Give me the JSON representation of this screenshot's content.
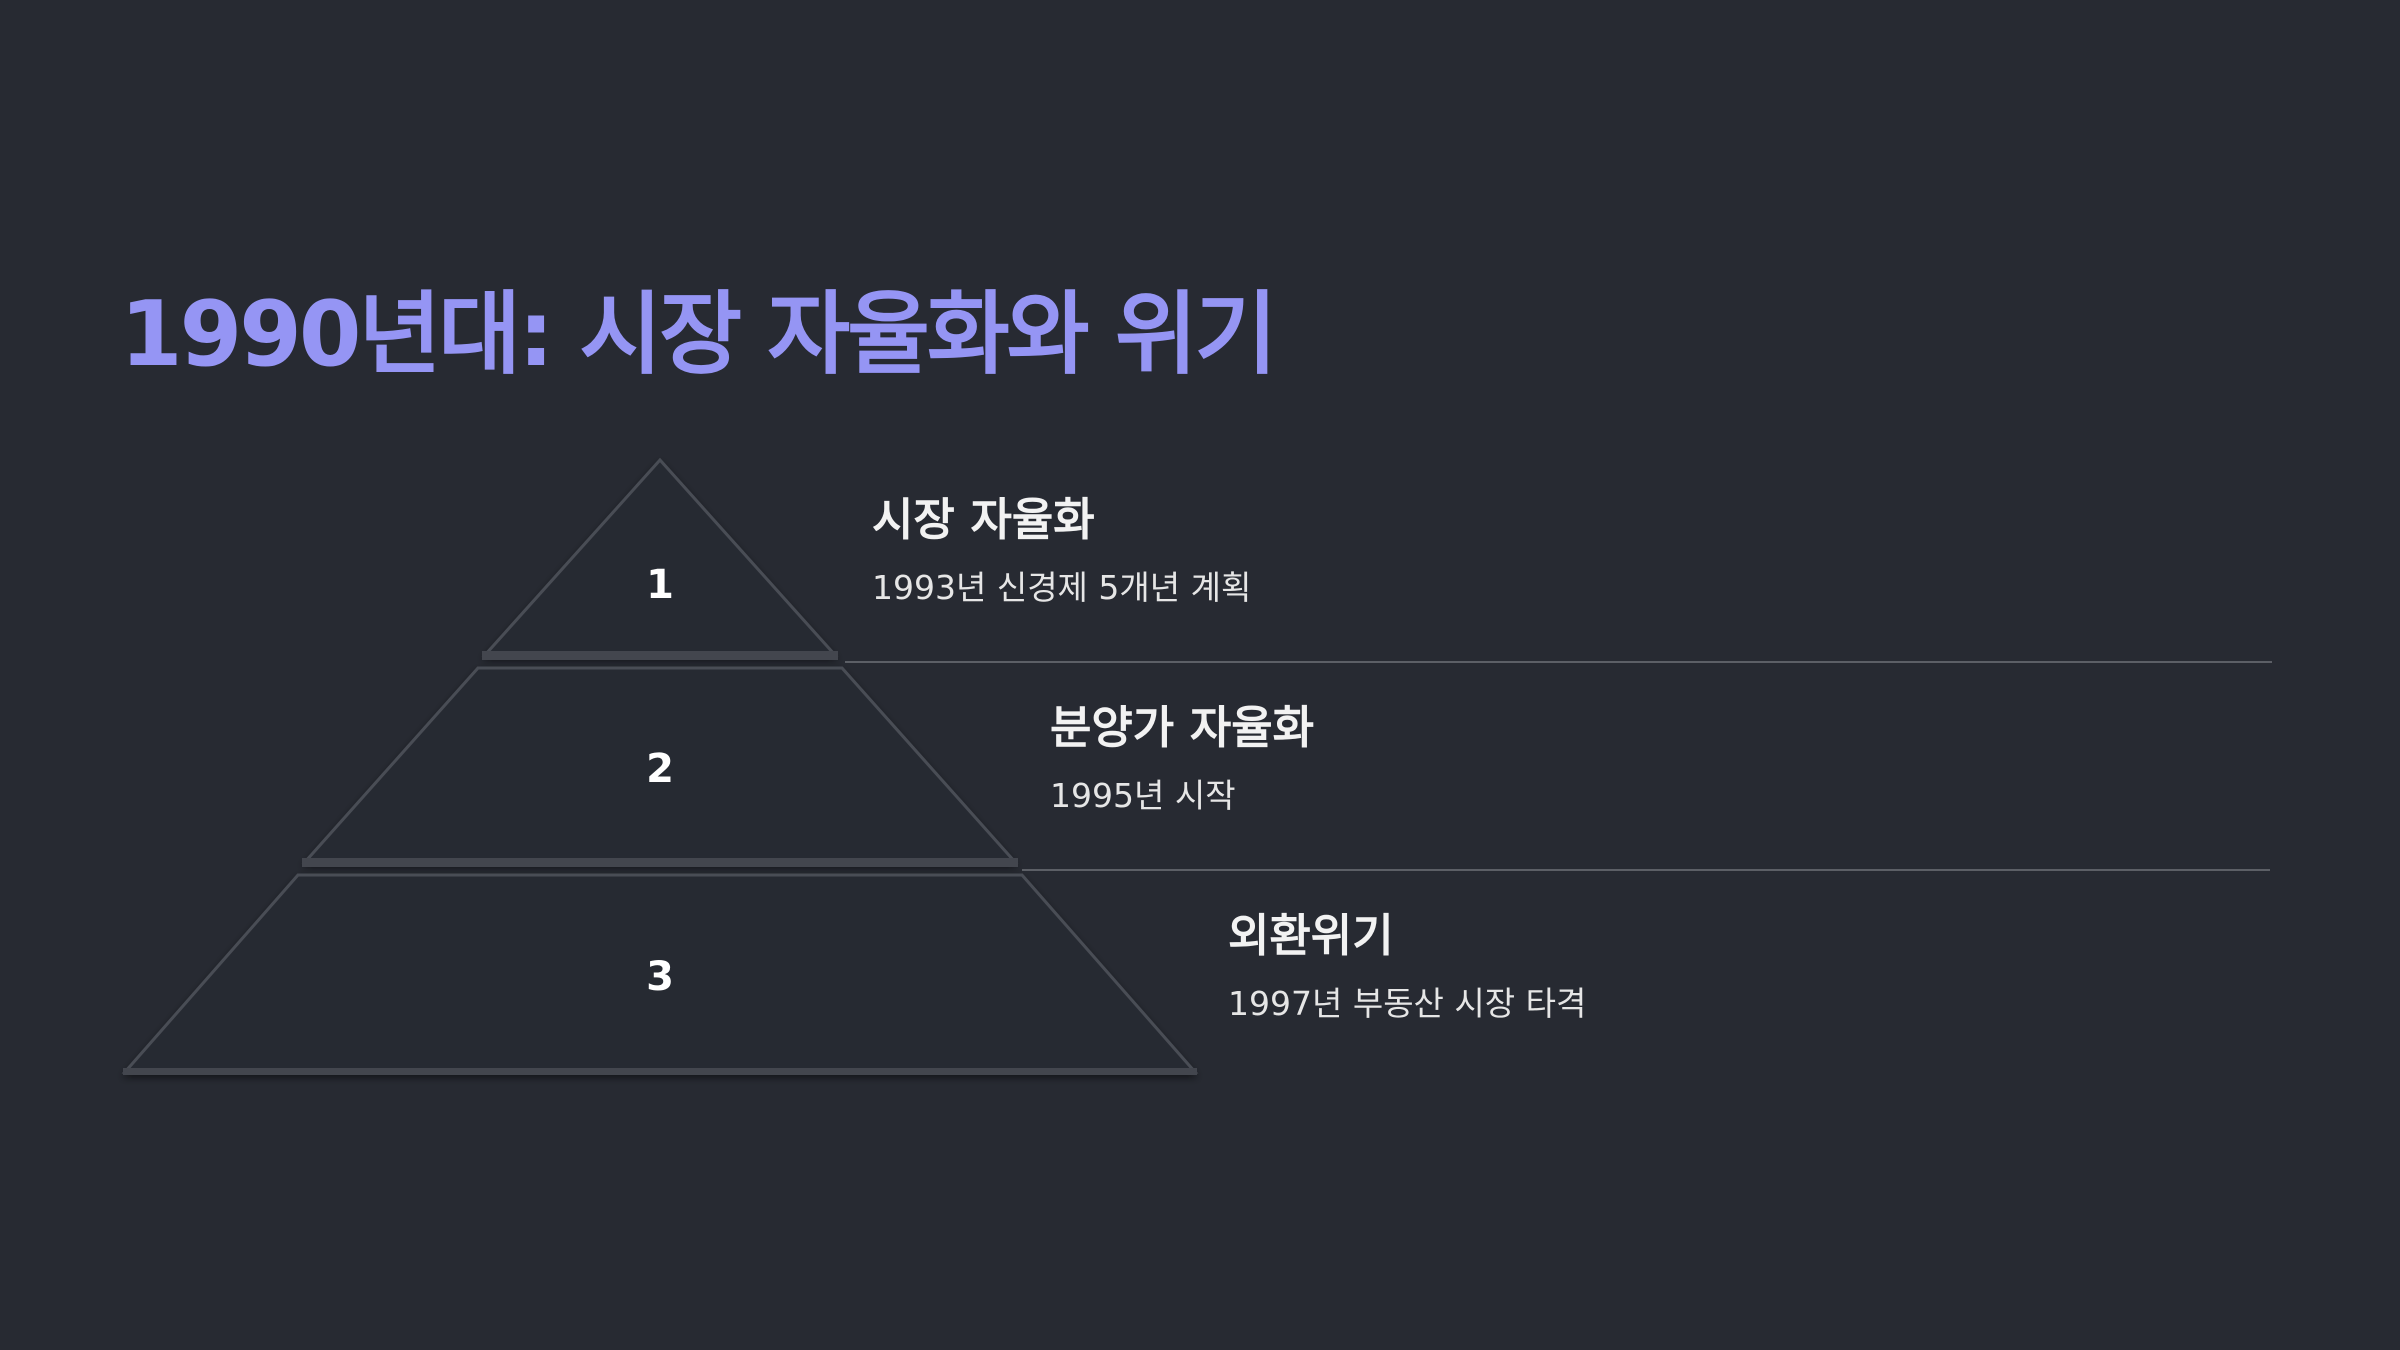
{
  "title": "1990년대: 시장 자율화와 위기",
  "colors": {
    "background": "#272a32",
    "title": "#9595f4",
    "tier_fill": "#272a32",
    "separator": "#5c5f66"
  },
  "tiers": [
    {
      "number": "1",
      "title": "시장 자율화",
      "description": "1993년 신경제 5개년 계획"
    },
    {
      "number": "2",
      "title": "분양가 자율화",
      "description": "1995년 시작"
    },
    {
      "number": "3",
      "title": "외환위기",
      "description": "1997년 부동산 시장 타격"
    }
  ]
}
